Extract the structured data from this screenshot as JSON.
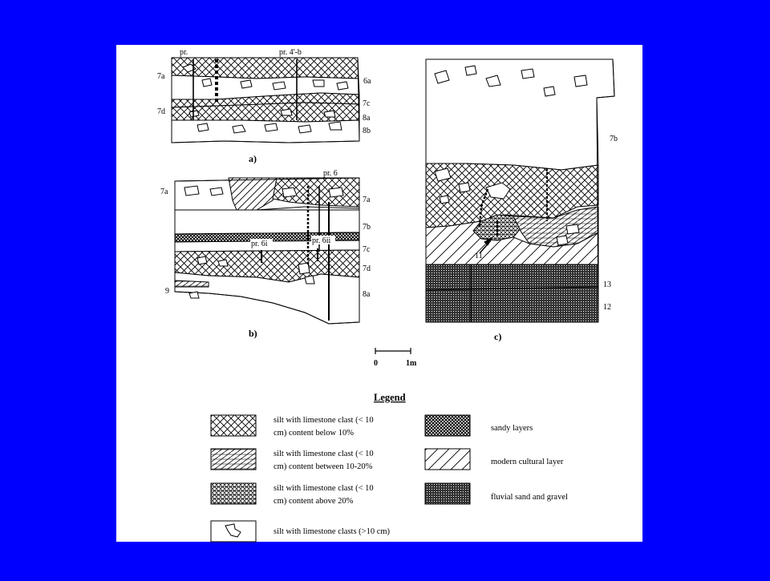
{
  "colors": {
    "background": "#0000ff",
    "paper": "#ffffff",
    "ink": "#000000"
  },
  "panel_a": {
    "caption": "a)",
    "labels": {
      "pr_left": "pr.",
      "pr_right": "pr. 4'-b",
      "l_7a": "7a",
      "l_7d": "7d",
      "r_6a": "6a",
      "r_7c": "7c",
      "r_8a": "8a",
      "r_8b": "8b"
    }
  },
  "panel_b": {
    "caption": "b)",
    "labels": {
      "pr6": "pr. 6",
      "pr6i": "pr. 6i",
      "pr6ii": "pr. 6ii",
      "l_7a": "7a",
      "l_9": "9",
      "r_7a": "7a",
      "r_7b": "7b",
      "r_7c": "7c",
      "r_7d": "7d",
      "r_8a": "8a"
    }
  },
  "panel_c": {
    "caption": "c)",
    "labels": {
      "r_7b": "7b",
      "l_11": "11",
      "r_13": "13",
      "r_12": "12"
    }
  },
  "scale": {
    "zero": "0",
    "one": "1m"
  },
  "legend": {
    "title": "Legend",
    "items": [
      {
        "line1": "silt with limestone clast (< 10",
        "line2": "cm) content below 10%"
      },
      {
        "line1": "silt with limestone clast (< 10",
        "line2": "cm) content between  10-20%"
      },
      {
        "line1": "silt with limestone clast (< 10",
        "line2": "cm) content above 20%"
      },
      {
        "line1": "silt with limestone clasts (>10 cm)"
      },
      {
        "line1": "sandy layers"
      },
      {
        "line1": "modern cultural layer"
      },
      {
        "line1": "fluvial sand and gravel"
      }
    ]
  }
}
